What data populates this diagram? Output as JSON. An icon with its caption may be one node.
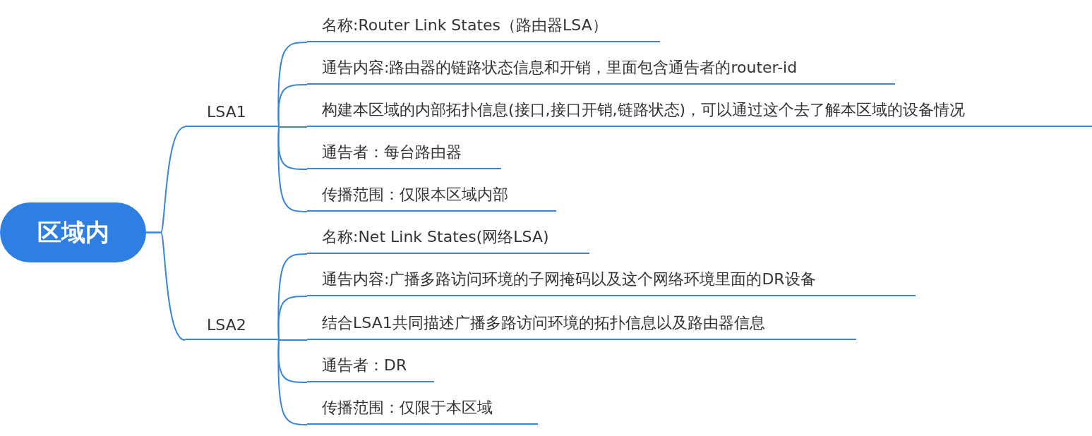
{
  "diagram": {
    "nodes": [
      {
        "text": [
          "区域内"
        ]
      },
      {
        "text": [
          "LSA1"
        ]
      },
      {
        "text": [
          "名称:Router Link States（路由器LSA）"
        ]
      },
      {
        "text": [
          "通告内容:路由器的链路状态信息和开销，里面包含通告者的router-id"
        ]
      },
      {
        "text": [
          "构建本区域的内部拓扑信息(接口,接口开销,链路状态)，可以通过这个去了解本区域的设备情况"
        ]
      },
      {
        "text": [
          "通告者：每台路由器"
        ]
      },
      {
        "text": [
          "传播范围：仅限本区域内部"
        ]
      },
      {
        "text": [
          "LSA2"
        ]
      },
      {
        "text": [
          "名称:Net Link States(网络LSA)"
        ]
      },
      {
        "text": [
          "通告内容:广播多路访问环境的子网掩码以及这个网络环境里面的DR设备"
        ]
      },
      {
        "text": [
          "结合LSA1共同描述广播多路访问环境的拓扑信息以及路由器信息"
        ]
      },
      {
        "text": [
          "通告者：DR"
        ]
      },
      {
        "text": [
          "传播范围：仅限于本区域"
        ]
      }
    ],
    "edges": [
      {
        "from": 0,
        "to": 1,
        "arrow": "none"
      },
      {
        "from": 1,
        "to": 2,
        "arrow": "none"
      },
      {
        "from": 1,
        "to": 3,
        "arrow": "none"
      },
      {
        "from": 1,
        "to": 4,
        "arrow": "none"
      },
      {
        "from": 1,
        "to": 5,
        "arrow": "none"
      },
      {
        "from": 1,
        "to": 6,
        "arrow": "none"
      },
      {
        "from": 0,
        "to": 7,
        "arrow": "none"
      },
      {
        "from": 7,
        "to": 8,
        "arrow": "none"
      },
      {
        "from": 7,
        "to": 9,
        "arrow": "none"
      },
      {
        "from": 7,
        "to": 10,
        "arrow": "none"
      },
      {
        "from": 7,
        "to": 11,
        "arrow": "none"
      },
      {
        "from": 7,
        "to": 12,
        "arrow": "none"
      }
    ]
  }
}
